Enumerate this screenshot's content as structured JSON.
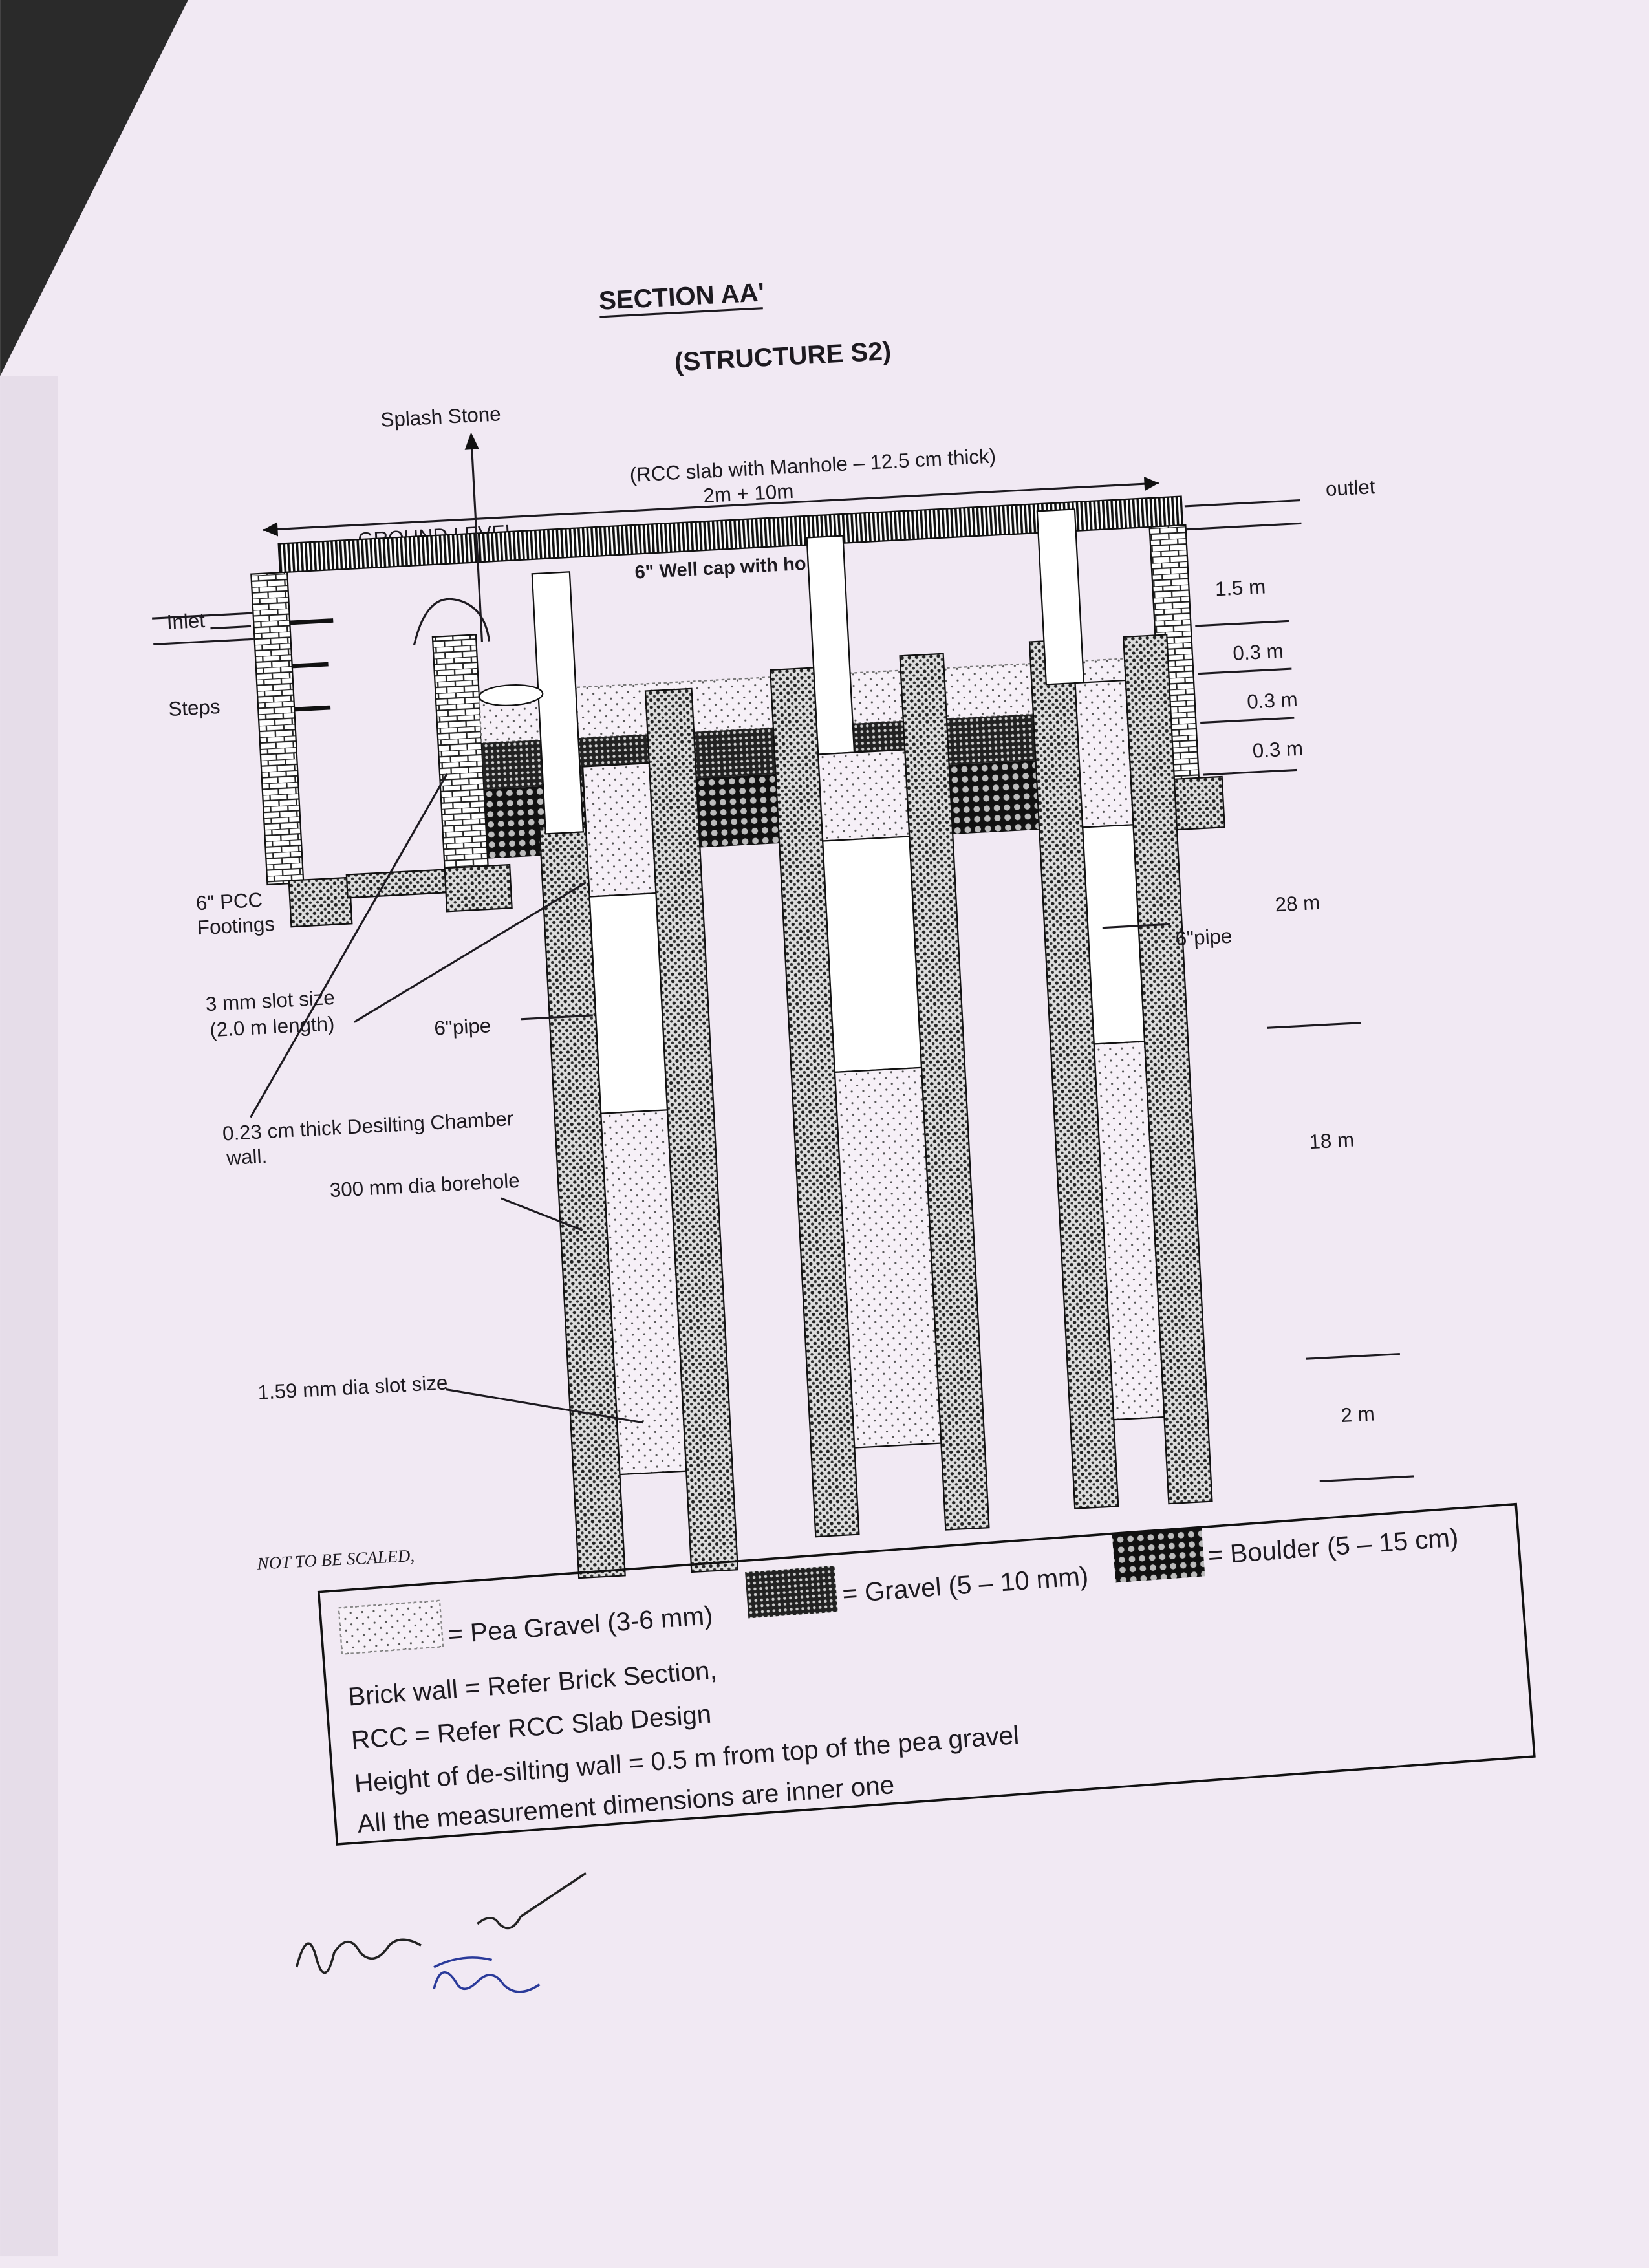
{
  "title": "SECTION AA'",
  "subtitle": "(STRUCTURE S2)",
  "labels": {
    "splash_stone": "Splash Stone",
    "rcc_slab": "(RCC slab with Manhole – 12.5 cm thick)",
    "span": "2m + 10m",
    "ground_level": "GROUND LEVEL",
    "well_cap": "6\" Well cap with holes",
    "outlet": "outlet",
    "inlet": "Inlet",
    "steps": "Steps",
    "pcc_footings_1": "6\" PCC",
    "pcc_footings_2": "Footings",
    "slot_size_1": "3 mm slot size",
    "slot_size_2": "(2.0 m length)",
    "pipe_left": "6\"pipe",
    "pipe_right": "6\"pipe",
    "desilting_1": "0.23 cm thick Desilting Chamber",
    "desilting_2": "wall.",
    "borehole": "300 mm dia borehole",
    "slot_dia": "1.59 mm dia slot size",
    "not_to_scale": "NOT TO BE SCALED,"
  },
  "dimensions": {
    "d1": "1.5 m",
    "d2": "0.3 m",
    "d3": "0.3 m",
    "d4": "0.3 m",
    "d5": "28 m",
    "d6": "18 m",
    "d7": "2 m"
  },
  "legend": {
    "pea_gravel": "= Pea Gravel (3-6 mm)",
    "gravel": "= Gravel (5 – 10 mm)",
    "boulder": "= Boulder (5 – 15 cm)",
    "notes": [
      "Brick wall = Refer Brick Section,",
      "RCC = Refer RCC Slab Design",
      "Height of de-silting wall = 0.5 m from top of the pea gravel",
      "All the measurement dimensions are inner one"
    ]
  },
  "signatures": [
    "Shrikrishna",
    "Ati 2k"
  ]
}
